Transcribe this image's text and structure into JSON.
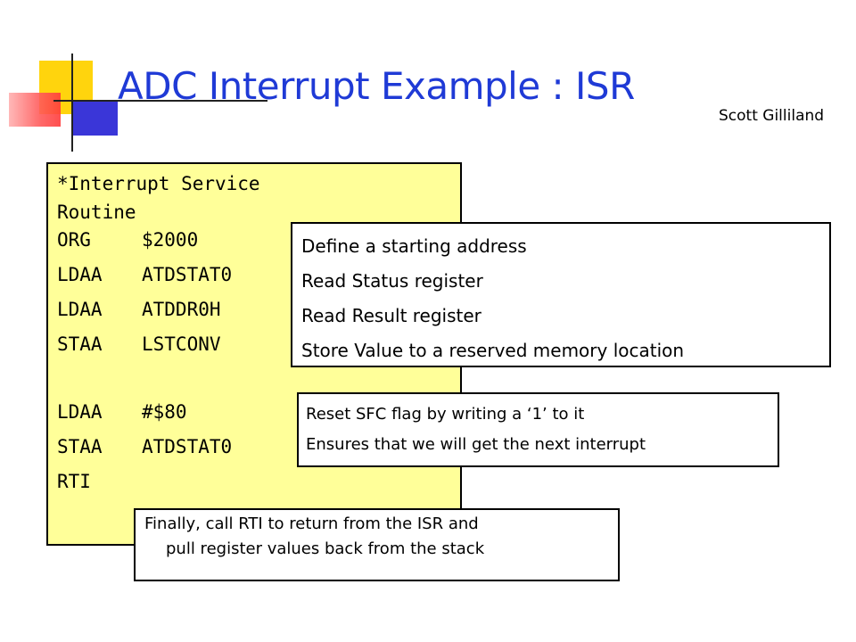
{
  "slide": {
    "title": "ADC Interrupt Example : ISR",
    "author": "Scott Gilliland",
    "colors": {
      "title": "#1f3ad6",
      "code_background": "#ffff99"
    }
  },
  "code": {
    "comment": "*Interrupt Service Routine",
    "lines": [
      {
        "op": "ORG",
        "arg": "$2000"
      },
      {
        "op": "LDAA",
        "arg": "ATDSTAT0"
      },
      {
        "op": "LDAA",
        "arg": "ATDDR0H"
      },
      {
        "op": "STAA",
        "arg": "LSTCONV"
      },
      {
        "op": "LDAA",
        "arg": "#$80"
      },
      {
        "op": "STAA",
        "arg": "ATDSTAT0"
      },
      {
        "op": "RTI",
        "arg": ""
      }
    ]
  },
  "callouts": {
    "read_store": [
      "Define a starting address",
      "Read Status register",
      "Read Result register",
      "Store Value to a reserved memory location"
    ],
    "reset_flag": [
      "Reset SFC flag by writing a ‘1’ to it",
      "Ensures that we will get the next interrupt"
    ],
    "return": [
      "Finally, call RTI to return from the ISR and",
      "pull register values back from the stack"
    ]
  }
}
